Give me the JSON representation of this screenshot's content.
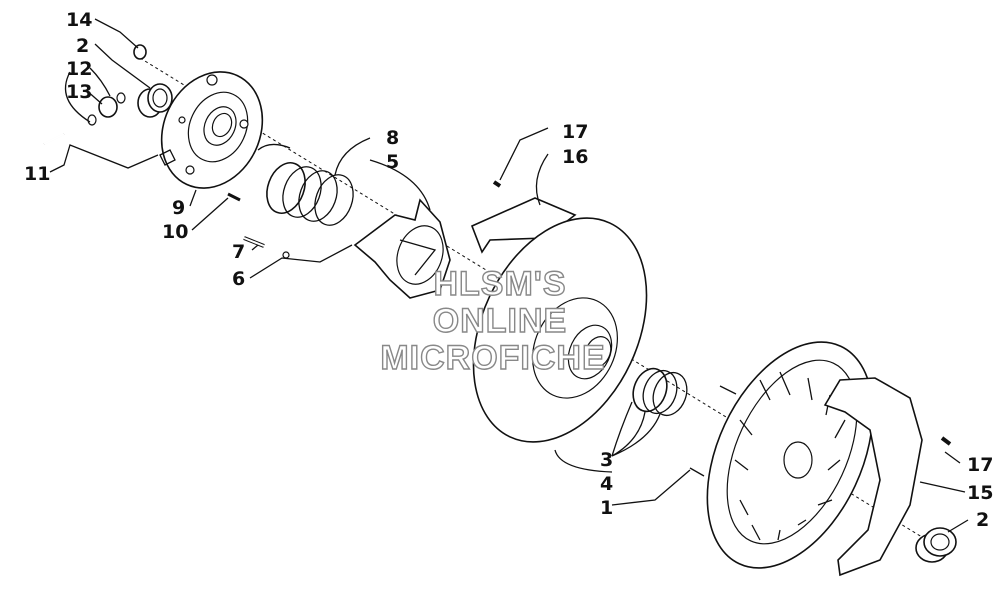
{
  "diagram": {
    "callouts": [
      {
        "id": "c14-top",
        "label": "14"
      },
      {
        "id": "c2-top",
        "label": "2"
      },
      {
        "id": "c12",
        "label": "12"
      },
      {
        "id": "c13",
        "label": "13"
      },
      {
        "id": "c11",
        "label": "11"
      },
      {
        "id": "c9",
        "label": "9"
      },
      {
        "id": "c10",
        "label": "10"
      },
      {
        "id": "c7",
        "label": "7"
      },
      {
        "id": "c6",
        "label": "6"
      },
      {
        "id": "c8",
        "label": "8"
      },
      {
        "id": "c5",
        "label": "5"
      },
      {
        "id": "c17-top",
        "label": "17"
      },
      {
        "id": "c16",
        "label": "16"
      },
      {
        "id": "c3",
        "label": "3"
      },
      {
        "id": "c4",
        "label": "4"
      },
      {
        "id": "c1",
        "label": "1"
      },
      {
        "id": "c17-right",
        "label": "17"
      },
      {
        "id": "c15",
        "label": "15"
      },
      {
        "id": "c2-right",
        "label": "2"
      }
    ]
  },
  "watermark": {
    "line1": "HLSM'S",
    "line2": "ONLINE",
    "line3": "MICROFICHE"
  }
}
